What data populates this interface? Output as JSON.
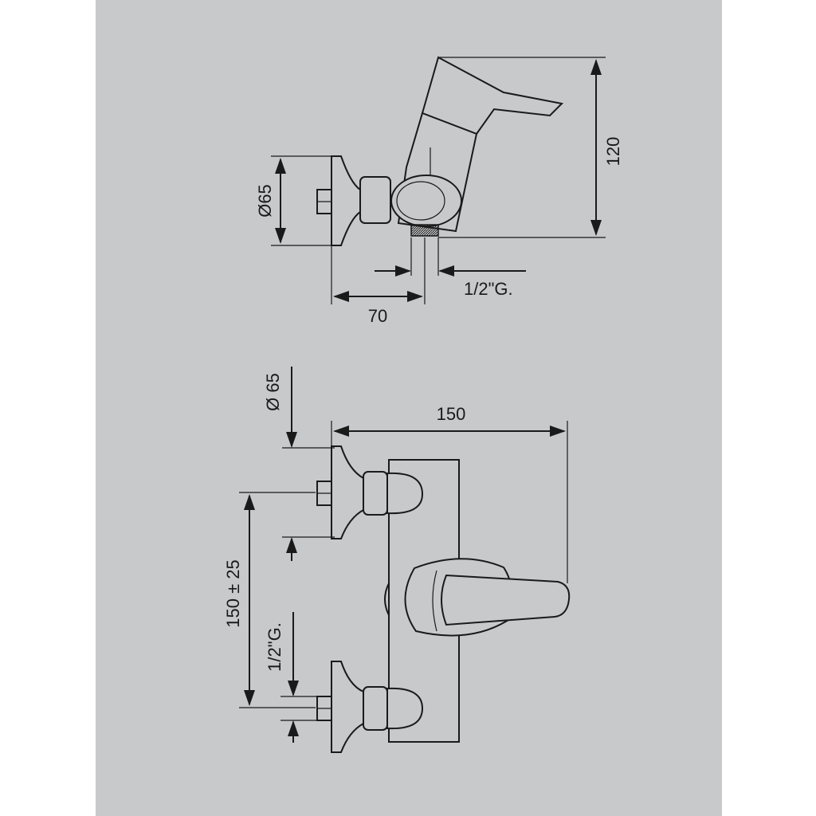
{
  "colors": {
    "sheet_background": "#c8c9cb",
    "line": "#1a1a1a",
    "page_background": "#ffffff"
  },
  "side_view": {
    "height_label": "120",
    "flange_diameter_label": "Ø65",
    "depth_label": "70",
    "thread_label": "1/2\"G."
  },
  "front_view": {
    "width_label": "150",
    "flange_diameter_label": "Ø 65",
    "center_distance_label": "150 ± 25",
    "thread_label": "1/2\"G."
  }
}
